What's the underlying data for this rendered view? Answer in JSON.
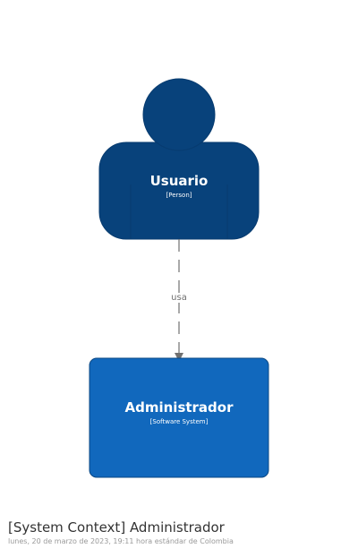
{
  "person": {
    "name": "Usuario",
    "type": "[Person]",
    "color": "#08427b"
  },
  "relationship": {
    "label": "usa",
    "color": "#707070"
  },
  "system": {
    "name": "Administrador",
    "type": "[Software System]",
    "color": "#1168bd"
  },
  "footer": {
    "title": "[System Context] Administrador",
    "date": "lunes, 20 de marzo de 2023, 19:11 hora estándar de Colombia"
  }
}
